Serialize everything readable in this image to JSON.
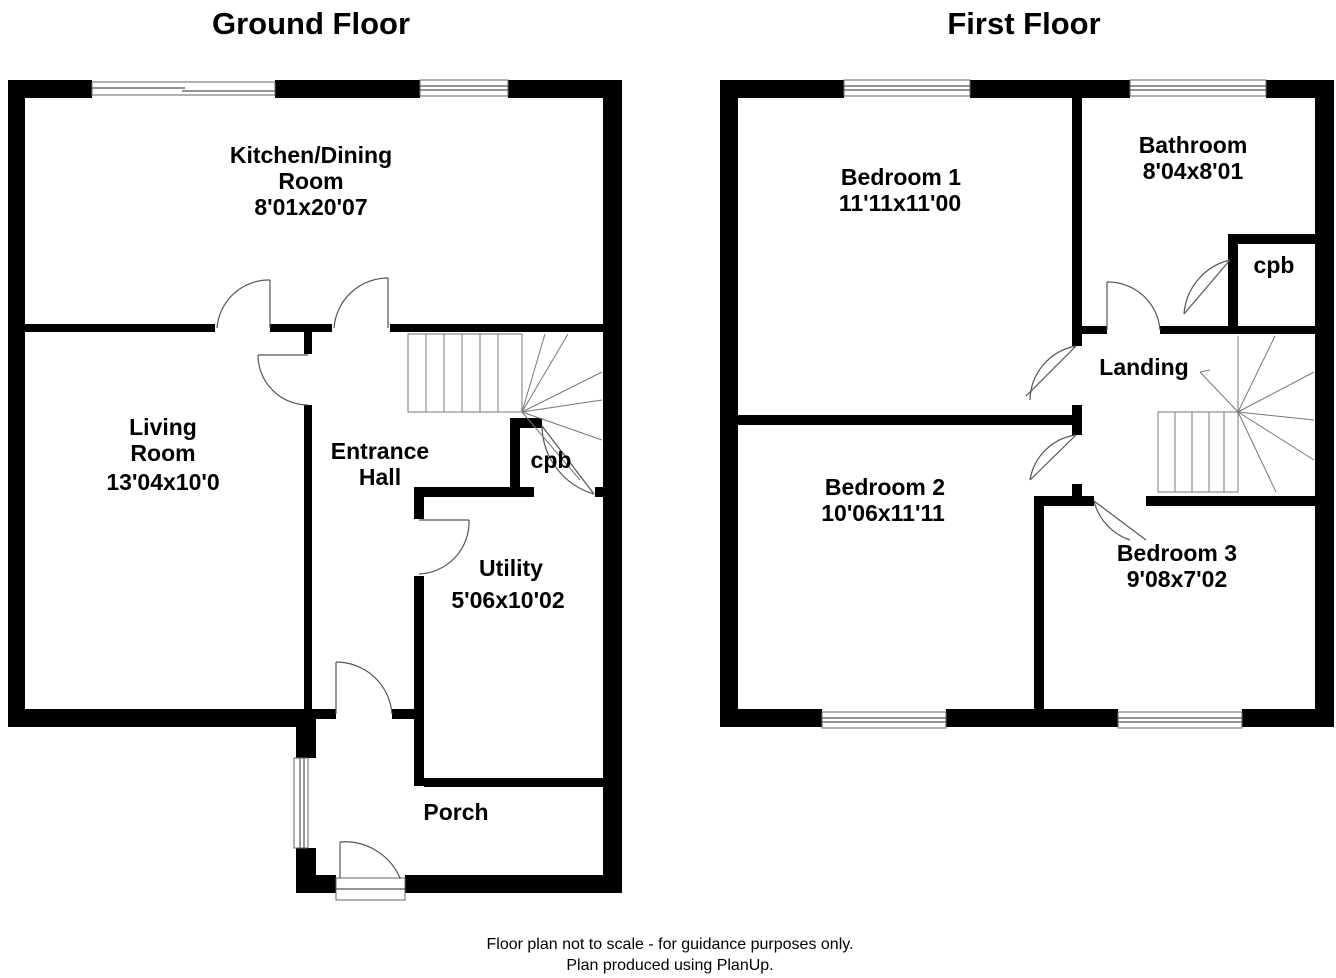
{
  "floors": [
    {
      "title": "Ground Floor"
    },
    {
      "title": "First Floor"
    }
  ],
  "rooms": {
    "kitchen_name_1": "Kitchen/Dining",
    "kitchen_name_2": "Room",
    "kitchen_size": "8'01x20'07",
    "living_name_1": "Living",
    "living_name_2": "Room",
    "living_size": "13'04x10'0",
    "hall_name_1": "Entrance",
    "hall_name_2": "Hall",
    "ground_cpb": "cpb",
    "utility_name": "Utility",
    "utility_size": "5'06x10'02",
    "porch_name": "Porch",
    "bed1_name": "Bedroom 1",
    "bed1_size": "11'11x11'00",
    "bath_name": "Bathroom",
    "bath_size": "8'04x8'01",
    "first_cpb": "cpb",
    "landing_name": "Landing",
    "bed2_name": "Bedroom 2",
    "bed2_size": "10'06x11'11",
    "bed3_name": "Bedroom 3",
    "bed3_size": "9'08x7'02"
  },
  "footer": {
    "line1": "Floor plan not to scale - for guidance purposes only.",
    "line2": "Plan produced using PlanUp."
  }
}
